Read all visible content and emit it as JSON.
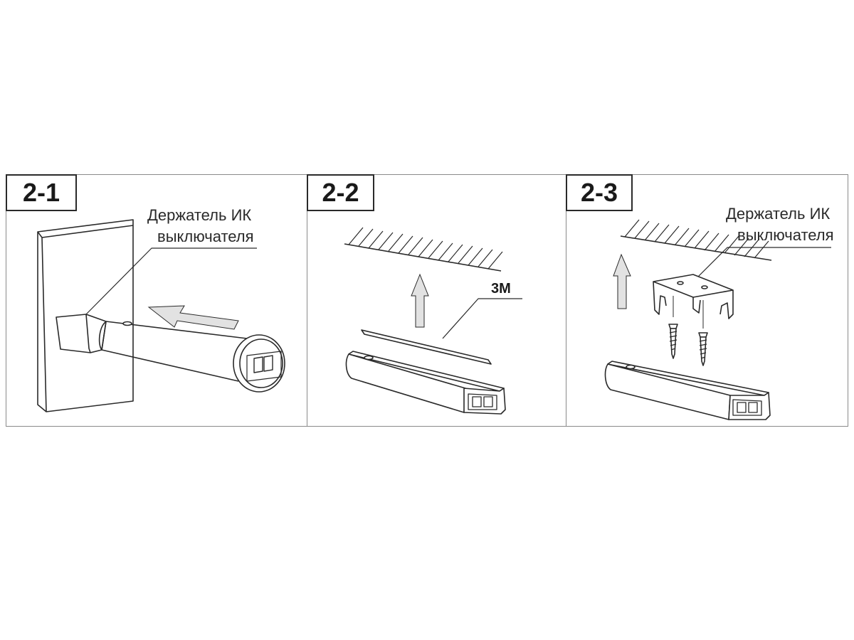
{
  "panels": [
    {
      "step": "2-1",
      "caption_line1": "Держатель ИК",
      "caption_line2": "выключателя"
    },
    {
      "step": "2-2",
      "tape_label": "3M"
    },
    {
      "step": "2-3",
      "caption_line1": "Держатель ИК",
      "caption_line2": "выключателя"
    }
  ],
  "colors": {
    "line": "#2a2a2a",
    "arrow_fill": "#e2e2e2",
    "panel_border": "#8a8a8a"
  }
}
